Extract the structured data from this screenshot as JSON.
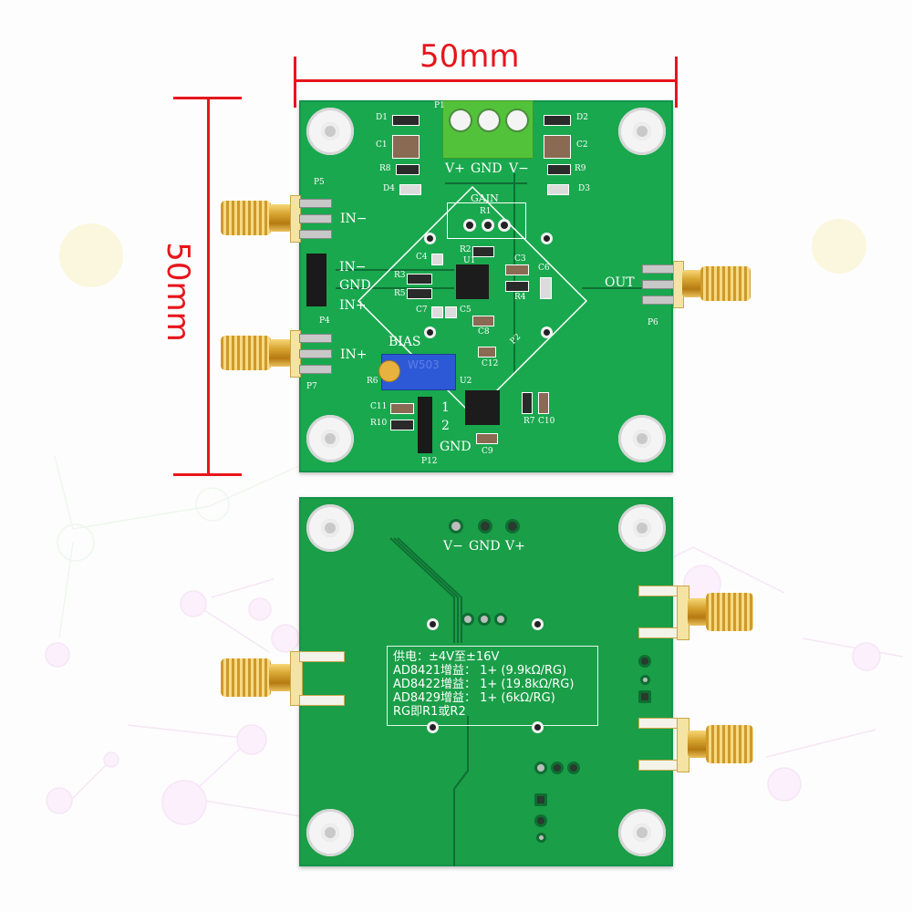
{
  "dimensions": {
    "width_label": "50mm",
    "height_label": "50mm",
    "color": "#e8141b"
  },
  "front_board": {
    "power_terminal": {
      "ref": "P1",
      "labels": [
        "V+",
        "GND",
        "V−"
      ]
    },
    "components_top": {
      "left": [
        "D1",
        "C1",
        "R8",
        "D4"
      ],
      "right": [
        "D2",
        "C2",
        "R9",
        "D3"
      ]
    },
    "input_connectors": [
      {
        "ref": "P5",
        "label": "IN−"
      },
      {
        "ref": "P7",
        "label": "IN+"
      }
    ],
    "jumper_header": {
      "ref": "P4",
      "labels": [
        "IN−",
        "GND",
        "IN+"
      ]
    },
    "gain_section": {
      "label": "GAIN",
      "resistors": [
        "R1",
        "R2"
      ],
      "ic": "U1",
      "parts": [
        "C3",
        "C4",
        "C5",
        "C6",
        "C7",
        "C8",
        "R3",
        "R4",
        "R5"
      ]
    },
    "output_connector": {
      "ref": "P6",
      "label": "OUT"
    },
    "bias_section": {
      "label": "BIAS",
      "pot_marking": "W503",
      "pot_ref": "R6",
      "ic": "U2",
      "parts": [
        "C9",
        "C10",
        "C11",
        "C12",
        "R7",
        "R10",
        "P2"
      ],
      "jumper": {
        "ref": "P12",
        "labels": [
          "1",
          "2",
          "GND"
        ]
      }
    }
  },
  "back_board": {
    "power_pads": [
      "V−",
      "GND",
      "V+"
    ],
    "info_lines": [
      "供电：±4V至±16V",
      "AD8421增益： 1+ (9.9kΩ/RG)",
      "AD8422增益： 1+ (19.8kΩ/RG)",
      "AD8429增益： 1+ (6kΩ/RG)",
      "RG即R1或R2"
    ]
  },
  "colors": {
    "pcb_green": "#19a84e",
    "silkscreen": "#ffffff",
    "gold": "#d7a531",
    "terminal_green": "#53c23b",
    "pot_blue": "#2d59d6"
  }
}
